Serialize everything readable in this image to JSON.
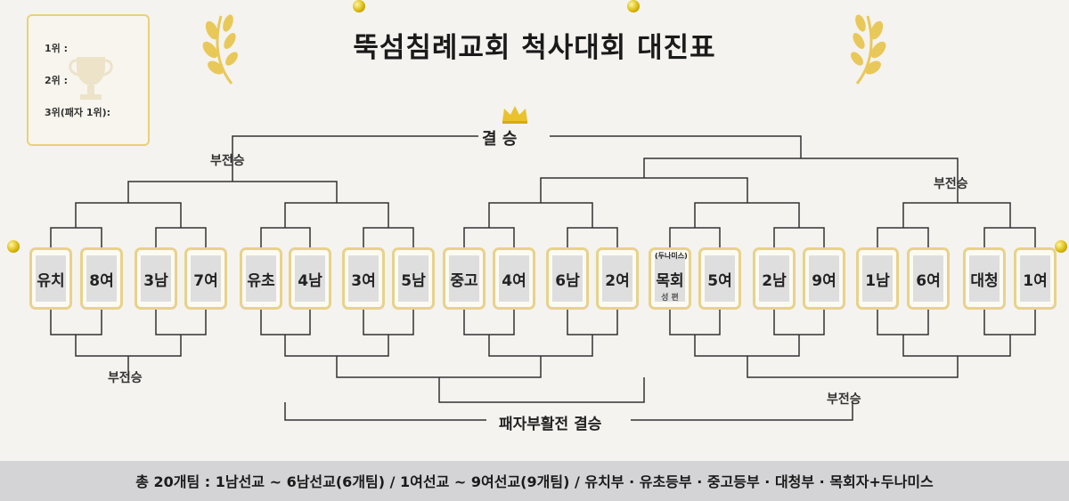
{
  "title": "뚝섬침례교회 척사대회 대진표",
  "ranking": {
    "first": "1위 :",
    "second": "2위 :",
    "third": "3위(패자 1위):"
  },
  "labels": {
    "final": "결 승",
    "loser_final": "패자부활전 결승",
    "bye_top_left": "부전승",
    "bye_top_right": "부전승",
    "bye_bottom_left": "부전승",
    "bye_bottom_right": "부전승"
  },
  "teams": [
    {
      "name": "유치"
    },
    {
      "name": "8여"
    },
    {
      "name": "3남"
    },
    {
      "name": "7여"
    },
    {
      "name": "유초"
    },
    {
      "name": "4남"
    },
    {
      "name": "3여"
    },
    {
      "name": "5남"
    },
    {
      "name": "중고"
    },
    {
      "name": "4여"
    },
    {
      "name": "6남"
    },
    {
      "name": "2여"
    },
    {
      "name": "목회",
      "sub": "(두나미스)",
      "note": "성 편"
    },
    {
      "name": "5여"
    },
    {
      "name": "2남"
    },
    {
      "name": "9여"
    },
    {
      "name": "1남"
    },
    {
      "name": "6여"
    },
    {
      "name": "대청"
    },
    {
      "name": "1여"
    }
  ],
  "footer": "총 20개팀 : 1남선교 ~ 6남선교(6개팀) / 1여선교 ~ 9여선교(9개팀) / 유치부 · 유초등부 · 중고등부 · 대청부 · 목회자+두나미스",
  "colors": {
    "card_border": "#e8d28a",
    "laurel": "#e9c85a",
    "footer_bg": "#d4d4d6"
  }
}
